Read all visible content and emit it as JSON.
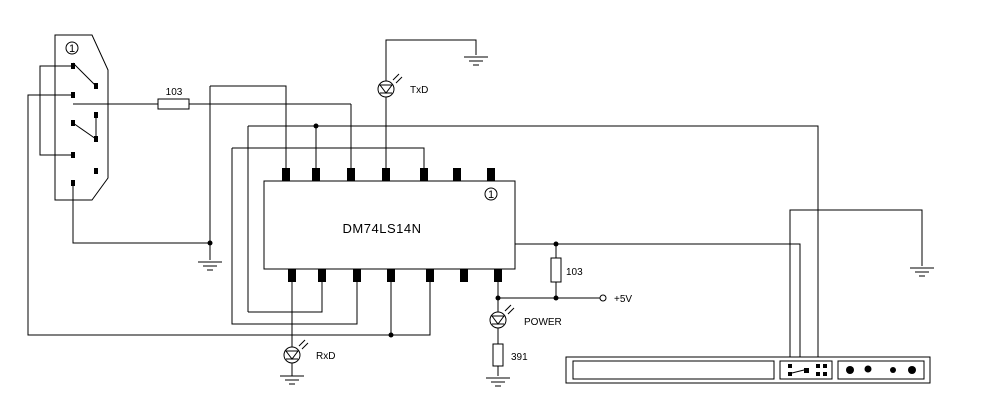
{
  "diagram": {
    "chip": {
      "part": "DM74LS14N",
      "pin1_marker": "1"
    },
    "connector": {
      "pin1_marker": "1"
    },
    "resistors": [
      {
        "id": "r-103-connector",
        "value": "103"
      },
      {
        "id": "r-103-power",
        "value": "103"
      },
      {
        "id": "r-391",
        "value": "391"
      }
    ],
    "leds": [
      {
        "id": "led-txd",
        "label": "TxD"
      },
      {
        "id": "led-rxd",
        "label": "RxD"
      },
      {
        "id": "led-power",
        "label": "POWER"
      }
    ],
    "supply": {
      "label": "+5V"
    }
  }
}
